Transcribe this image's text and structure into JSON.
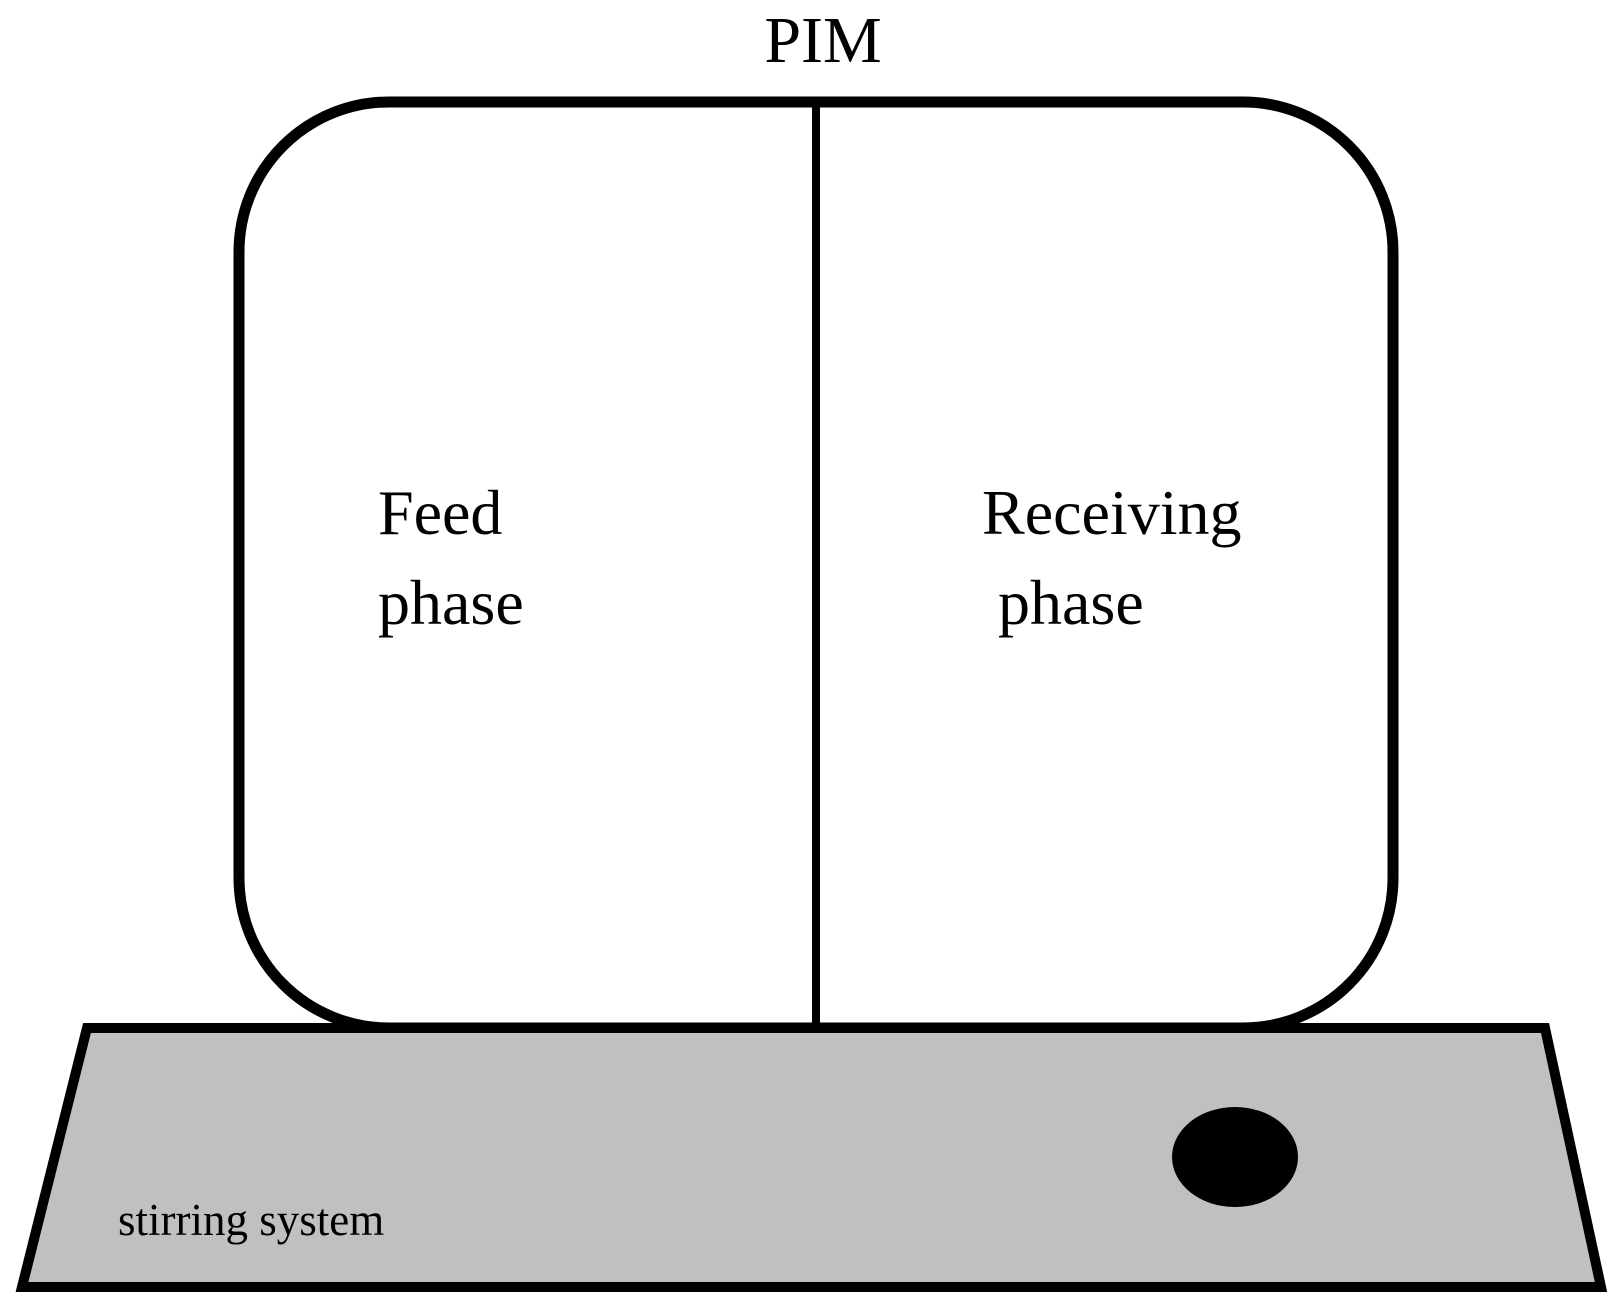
{
  "membrane_label": "PIM",
  "left_compartment": {
    "line1": "Feed",
    "line2": "phase"
  },
  "right_compartment": {
    "line1": "Receiving",
    "line2": "phase"
  },
  "base_label": "stirring system",
  "colors": {
    "stroke": "#000000",
    "cell_fill": "#ffffff",
    "base_fill": "#c0c0c0",
    "knob_fill": "#000000"
  }
}
